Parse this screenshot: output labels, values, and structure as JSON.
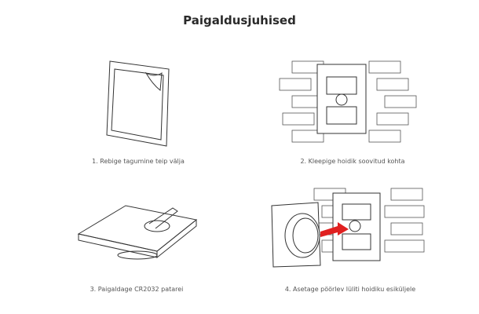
{
  "title": "Paigaldusjuhised",
  "steps": [
    {
      "caption": "1. Rebige tagumine teip välja"
    },
    {
      "caption": "2. Kleepige hoidik soovitud kohta"
    },
    {
      "caption": "3. Paigaldage CR2032 patarei"
    },
    {
      "caption": "4. Asetage pöörlev lüliti hoidiku esiküljele"
    }
  ],
  "colors": {
    "arrow": "#e02020"
  }
}
